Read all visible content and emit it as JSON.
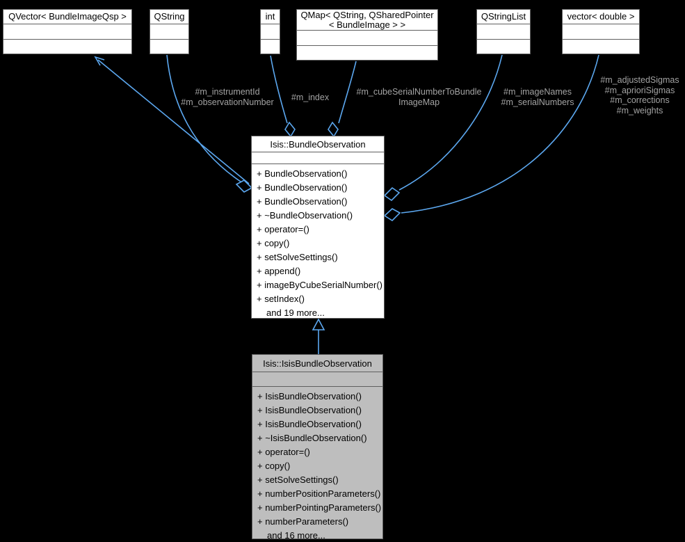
{
  "diagram": {
    "title": "Collaboration diagram for Isis::IsisBundleObservation",
    "colors": {
      "edge": "#5ca8f0",
      "label": "#a3a3a3",
      "boxBorder": "#5f5f5f",
      "boxFill": "#ffffff",
      "highlightFill": "#bebebe",
      "text": "#000000",
      "bg": "#000000"
    }
  },
  "types": {
    "qvector": {
      "label": "QVector< BundleImageQsp >"
    },
    "qstring": {
      "label": "QString"
    },
    "int": {
      "label": "int"
    },
    "qmap": {
      "label1": "QMap< QString, QSharedPointer",
      "label2": "< BundleImage > >"
    },
    "qstringlist": {
      "label": "QStringList"
    },
    "vector": {
      "label": "vector< double >"
    }
  },
  "classes": {
    "base": {
      "title": "Isis::BundleObservation",
      "methods": [
        "+ BundleObservation()",
        "+ BundleObservation()",
        "+ BundleObservation()",
        "+ ~BundleObservation()",
        "+ operator=()",
        "+ copy()",
        "+ setSolveSettings()",
        "+ append()",
        "+ imageByCubeSerialNumber()",
        "+ setIndex()",
        "and 19 more..."
      ]
    },
    "derived": {
      "title": "Isis::IsisBundleObservation",
      "methods": [
        "+ IsisBundleObservation()",
        "+ IsisBundleObservation()",
        "+ IsisBundleObservation()",
        "+ ~IsisBundleObservation()",
        "+ operator=()",
        "+ copy()",
        "+ setSolveSettings()",
        "+ numberPositionParameters()",
        "+ numberPointingParameters()",
        "+ numberParameters()",
        "and 16 more..."
      ]
    }
  },
  "edges": [
    {
      "from": "Isis::BundleObservation",
      "to": "QVector< BundleImageQsp >",
      "kind": "aggregation",
      "lines": []
    },
    {
      "from": "Isis::BundleObservation",
      "to": "QString",
      "kind": "aggregation",
      "lines": [
        "#m_instrumentId",
        "#m_observationNumber"
      ]
    },
    {
      "from": "Isis::BundleObservation",
      "to": "int",
      "kind": "aggregation",
      "lines": [
        "#m_index"
      ]
    },
    {
      "from": "Isis::BundleObservation",
      "to": "QMap< QString, QSharedPointer< BundleImage > >",
      "kind": "aggregation",
      "lines": [
        "#m_cubeSerialNumberToBundle",
        "ImageMap"
      ]
    },
    {
      "from": "Isis::BundleObservation",
      "to": "QStringList",
      "kind": "aggregation",
      "lines": [
        "#m_imageNames",
        "#m_serialNumbers"
      ]
    },
    {
      "from": "Isis::IsisBundleObservation",
      "to": "vector< double >",
      "kind": "aggregation",
      "lines": [
        "#m_adjustedSigmas",
        "#m_aprioriSigmas",
        "#m_corrections",
        "#m_weights"
      ]
    },
    {
      "from": "Isis::IsisBundleObservation",
      "to": "Isis::BundleObservation",
      "kind": "inheritance",
      "lines": []
    }
  ]
}
